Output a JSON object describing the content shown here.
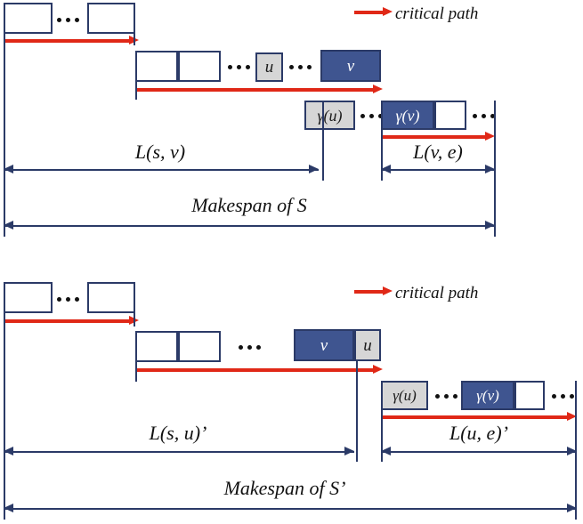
{
  "figure": {
    "legend_label": "critical path",
    "legend_icon": "red-arrow-icon"
  },
  "panels": [
    {
      "id": "panel-top",
      "schedule_name": "S",
      "legend_label": "critical path",
      "machines": [
        {
          "id": "machine-row-1",
          "cells": [
            {
              "label": "",
              "style": "plain"
            },
            {
              "label": "",
              "style": "plain"
            }
          ],
          "ellipsis_between": true
        },
        {
          "id": "machine-row-2",
          "cells": [
            {
              "label": "",
              "style": "plain"
            },
            {
              "label": "",
              "style": "plain"
            },
            {
              "label": "u",
              "style": "gray"
            },
            {
              "label": "v",
              "style": "dark"
            }
          ]
        },
        {
          "id": "machine-row-3",
          "cells": [
            {
              "label": "γ(u)",
              "style": "gray"
            },
            {
              "label": "γ(v)",
              "style": "dark"
            },
            {
              "label": "",
              "style": "plain"
            }
          ]
        }
      ],
      "measures": [
        {
          "id": "measure-l-s-v",
          "label": "L(s, v)"
        },
        {
          "id": "measure-l-v-e",
          "label": "L(v, e)"
        },
        {
          "id": "measure-makespan",
          "label": "Makespan of S"
        }
      ]
    },
    {
      "id": "panel-bottom",
      "schedule_name": "S’",
      "legend_label": "critical path",
      "machines": [
        {
          "id": "machine-row-1",
          "cells": [
            {
              "label": "",
              "style": "plain"
            },
            {
              "label": "",
              "style": "plain"
            }
          ],
          "ellipsis_between": true
        },
        {
          "id": "machine-row-2",
          "cells": [
            {
              "label": "",
              "style": "plain"
            },
            {
              "label": "",
              "style": "plain"
            },
            {
              "label": "v",
              "style": "dark"
            },
            {
              "label": "u",
              "style": "gray"
            }
          ]
        },
        {
          "id": "machine-row-3",
          "cells": [
            {
              "label": "γ(u)",
              "style": "gray"
            },
            {
              "label": "γ(v)",
              "style": "dark"
            },
            {
              "label": "",
              "style": "plain"
            }
          ]
        }
      ],
      "measures": [
        {
          "id": "measure-l-s-u-prime",
          "label": "L(s, u)’"
        },
        {
          "id": "measure-l-u-e-prime",
          "label": "L(u, e)’"
        },
        {
          "id": "measure-makespan-prime",
          "label": "Makespan of S’"
        }
      ]
    }
  ],
  "colors": {
    "navy_stroke": "#2b3a67",
    "dark_fill": "#3f5590",
    "gray_fill": "#d6d6d6",
    "critical_path_red": "#e02817",
    "background": "#ffffff"
  }
}
